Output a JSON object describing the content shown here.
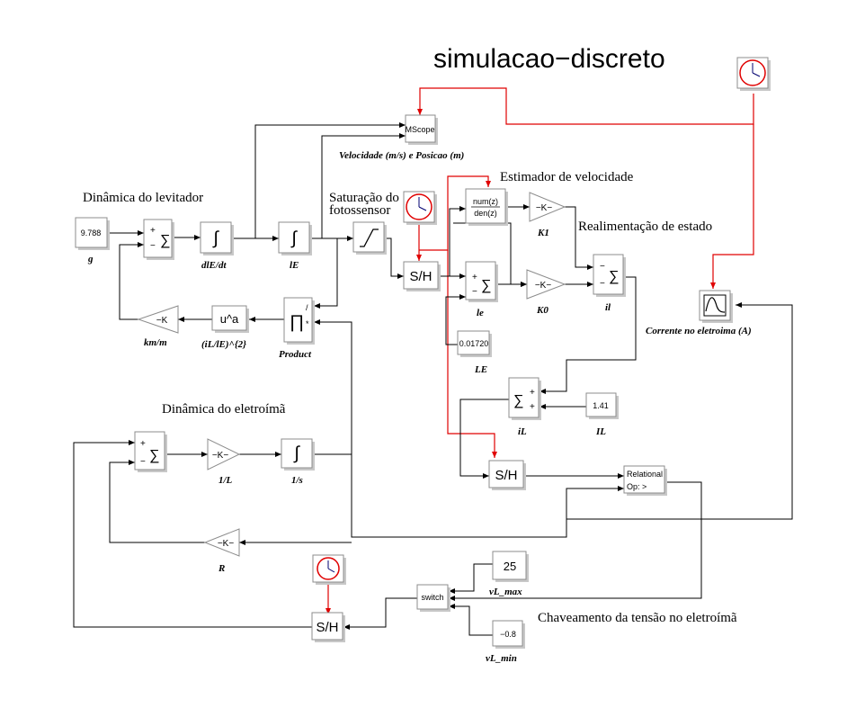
{
  "title": "simulacao−discreto",
  "sections": {
    "levitator": "Dinâmica do levitador",
    "saturation_1": "Saturação do",
    "saturation_2": "fotossensor",
    "estimator": "Estimador de velocidade",
    "feedback": "Realimentação de estado",
    "electromagnet": "Dinâmica do eletroímã",
    "switching": "Chaveamento da tensão no eletroímã"
  },
  "blocks": {
    "g": {
      "value": "9.788",
      "label": "g"
    },
    "sum1": {
      "plus": "+",
      "minus": "−",
      "sigma": "∑"
    },
    "int1": {
      "symbol": "∫",
      "label": "dlE/dt"
    },
    "int2": {
      "symbol": "∫",
      "label": "lE"
    },
    "sat": {
      "symbol": "╱"
    },
    "mscope": {
      "text": "MScope",
      "label": "Velocidade (m/s) e Posicao (m)"
    },
    "sh1": {
      "text": "S/H"
    },
    "numden": {
      "num": "num(z)",
      "den": "den(z)"
    },
    "k1": {
      "text": "−K−",
      "label": "K1"
    },
    "sum_le": {
      "plus": "+",
      "minus": "−",
      "sigma": "∑",
      "label": "le"
    },
    "k0": {
      "text": "−K−",
      "label": "K0"
    },
    "sum_il": {
      "minus1": "−",
      "minus2": "−",
      "sigma": "∑",
      "label": "il"
    },
    "LE": {
      "value": "0.01720",
      "label": "LE"
    },
    "sum_iL": {
      "plus1": "+",
      "plus2": "+",
      "sigma": "∑",
      "label": "iL"
    },
    "IL": {
      "value": "1.41",
      "label": "IL"
    },
    "kmm": {
      "text": "−K",
      "label": "km/m"
    },
    "pow": {
      "text": "u^a",
      "label": "(iL/lE)^{2}"
    },
    "product": {
      "symbol": "∏",
      "div": "/",
      "mul": "*",
      "label": "Product"
    },
    "scope": {
      "label": "Corrente no eletroima (A)"
    },
    "sum_e": {
      "plus": "+",
      "minus": "−",
      "sigma": "∑"
    },
    "invL": {
      "text": "−K−",
      "label": "1/L"
    },
    "int_s": {
      "symbol": "∫",
      "label": "1/s"
    },
    "R": {
      "text": "−K−",
      "label": "R"
    },
    "sh2": {
      "text": "S/H"
    },
    "relop": {
      "line1": "Relational",
      "line2": "Op: >"
    },
    "switch": {
      "text": "switch"
    },
    "vmax": {
      "value": "25",
      "label": "vL_max"
    },
    "vmin": {
      "value": "−0.8",
      "label": "vL_min"
    },
    "sh3": {
      "text": "S/H"
    }
  },
  "colors": {
    "signal": "#000000",
    "clock": "#e00000",
    "block_border": "#8c8c8c",
    "block_shadow": "#c8c8c8"
  }
}
